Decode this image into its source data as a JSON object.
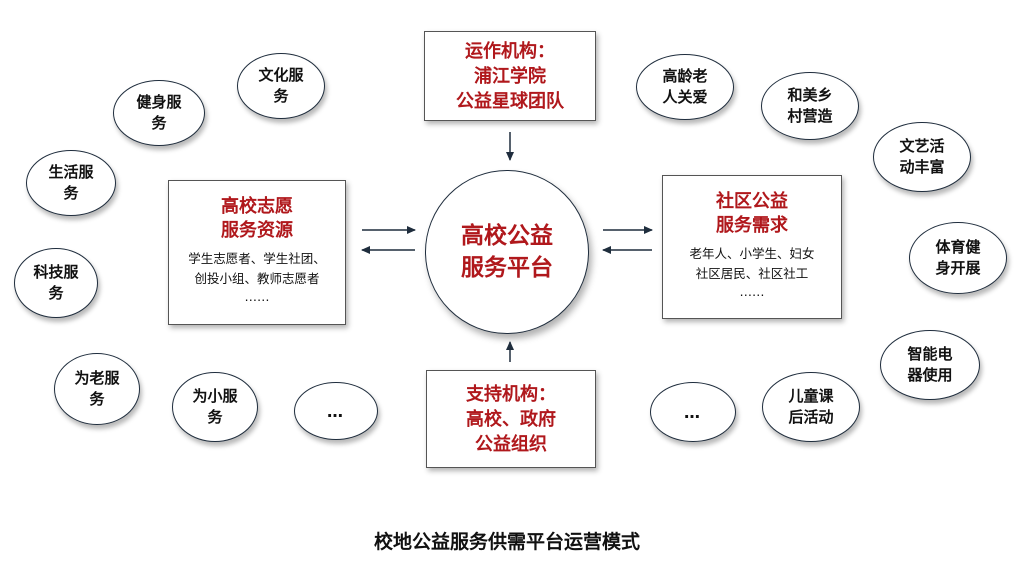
{
  "center": {
    "title": "高校公益服务平台"
  },
  "top_box": {
    "title": "运作机构：",
    "line2": "浦江学院",
    "line3": "公益星球团队"
  },
  "bottom_box": {
    "title": "支持机构：",
    "line2": "高校、政府",
    "line3": "公益组织"
  },
  "left_box": {
    "title1": "高校志愿",
    "title2": "服务资源",
    "line1": "学生志愿者、学生社团、",
    "line2": "创投小组、教师志愿者",
    "line3": "……"
  },
  "right_box": {
    "title1": "社区公益",
    "title2": "服务需求",
    "line1": "老年人、小学生、妇女",
    "line2": "社区居民、社区社工",
    "line3": "……"
  },
  "left_services": [
    "健身服务",
    "文化服务",
    "生活服务",
    "科技服务",
    "为老服务",
    "为小服务",
    "…"
  ],
  "right_needs": [
    "高龄老人关爱",
    "和美乡村营造",
    "文艺活动丰富",
    "体育健身开展",
    "智能电器使用",
    "儿童课后活动",
    "…"
  ],
  "caption": "校地公益服务供需平台运营模式",
  "colors": {
    "accent_red": "#b0181c",
    "arrow_blue": "#1f2d3d"
  }
}
